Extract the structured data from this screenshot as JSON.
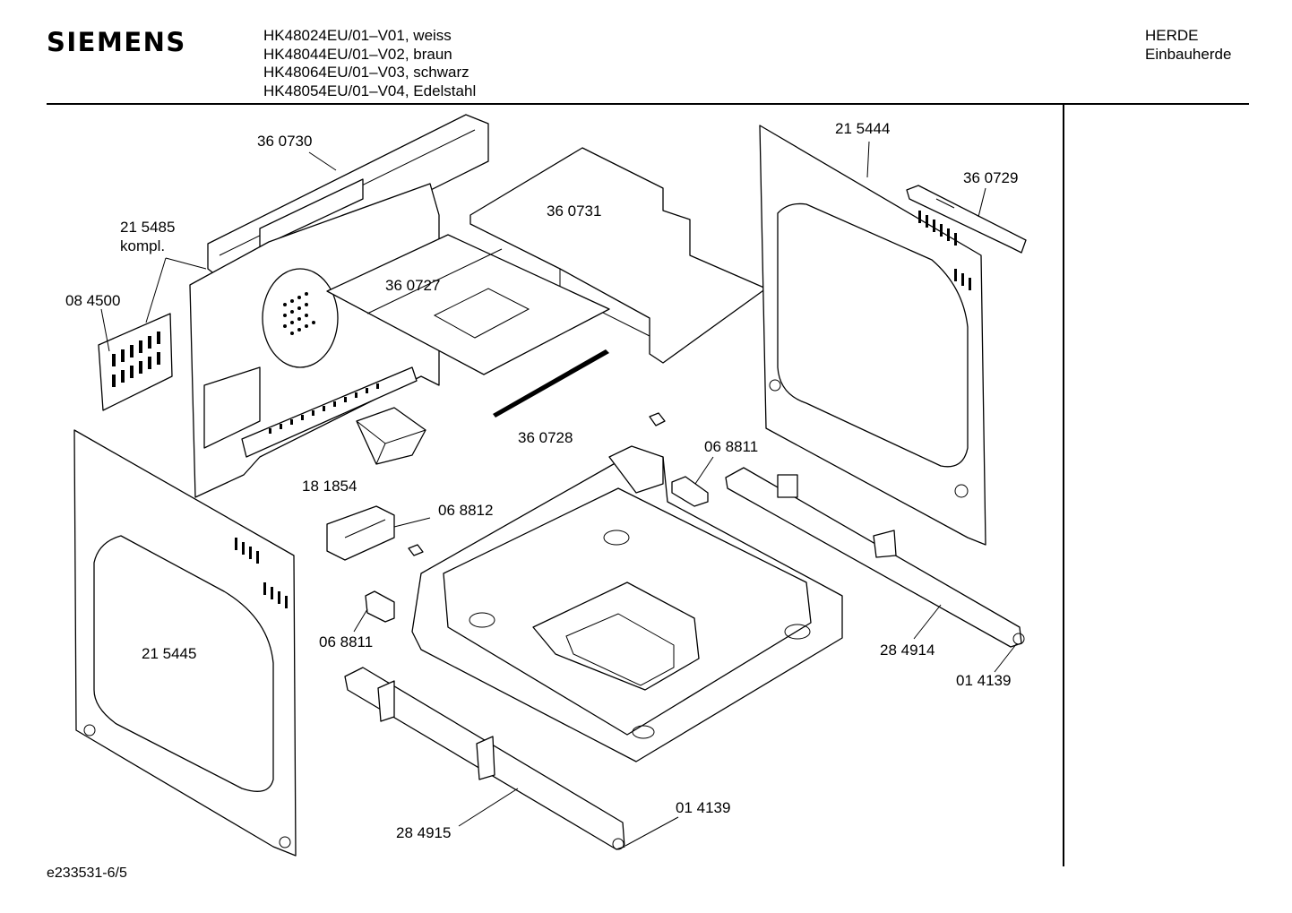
{
  "header": {
    "brand": "SIEMENS",
    "models": [
      "HK48024EU/01–V01, weiss",
      "HK48044EU/01–V02, braun",
      "HK48064EU/01–V03, schwarz",
      "HK48054EU/01–V04, Edelstahl"
    ],
    "category_line1": "HERDE",
    "category_line2": "Einbauherde"
  },
  "footer": {
    "doc_id": "e233531-6/5"
  },
  "parts": {
    "p360730": "36 0730",
    "p215485": "21 5485",
    "p215485b": "kompl.",
    "p084500": "08 4500",
    "p360731": "36 0731",
    "p360727": "36 0727",
    "p360728": "36 0728",
    "p215444": "21 5444",
    "p360729": "36 0729",
    "p181854": "18 1854",
    "p068811a": "06 8811",
    "p068812": "06 8812",
    "p068811b": "06 8811",
    "p215445": "21 5445",
    "p284914": "28 4914",
    "p014139a": "01 4139",
    "p284915": "28 4915",
    "p014139b": "01 4139"
  }
}
